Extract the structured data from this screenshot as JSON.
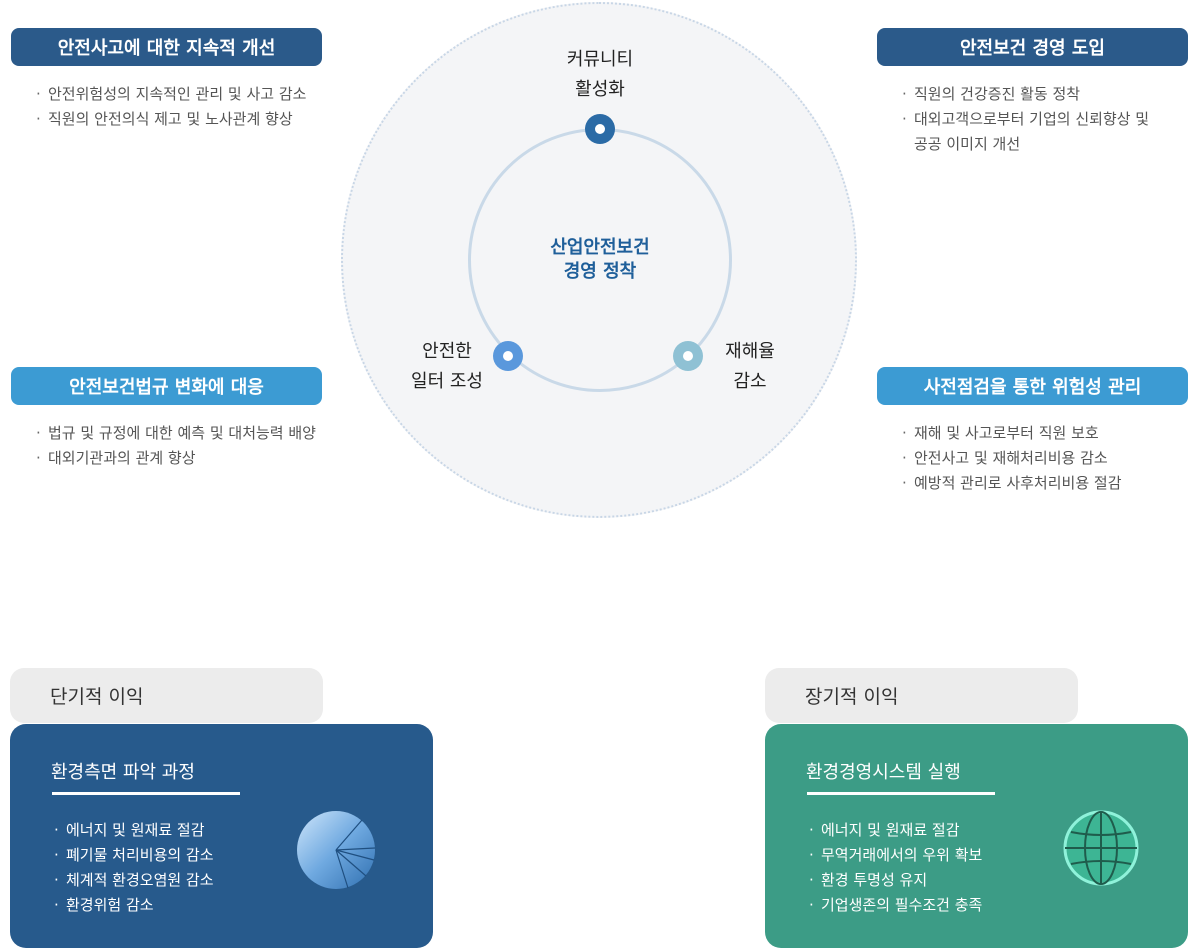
{
  "top_left": {
    "title": "안전사고에 대한 지속적 개선",
    "items": [
      "안전위험성의 지속적인 관리 및 사고 감소",
      "직원의 안전의식 제고 및 노사관계 향상"
    ]
  },
  "top_right": {
    "title": "안전보건 경영 도입",
    "items": [
      "직원의 건강증진 활동 정착",
      "대외고객으로부터 기업의 신뢰향상 및",
      "공공 이미지 개선"
    ]
  },
  "mid_left": {
    "title": "안전보건법규 변화에 대응",
    "items": [
      "법규 및 규정에 대한 예측 및 대처능력 배양",
      "대외기관과의 관계 향상"
    ]
  },
  "mid_right": {
    "title": "사전점검을 통한 위험성 관리",
    "items": [
      "재해 및 사고로부터 직원 보호",
      "안전사고 및 재해처리비용 감소",
      "예방적 관리로 사후처리비용 절감"
    ]
  },
  "diagram": {
    "center_line1": "산업안전보건",
    "center_line2": "경영 정착",
    "top_line1": "커뮤니티",
    "top_line2": "활성화",
    "left_line1": "안전한",
    "left_line2": "일터 조성",
    "right_line1": "재해율",
    "right_line2": "감소"
  },
  "short_term": {
    "tab": "단기적 이익",
    "title": "환경측면 파악 과정",
    "items": [
      "에너지 및 원재료 절감",
      "폐기물 처리비용의 감소",
      "체계적 환경오염원 감소",
      "환경위험 감소"
    ],
    "icon": "pie-chart-icon"
  },
  "long_term": {
    "tab": "장기적 이익",
    "title": "환경경영시스템 실행",
    "items": [
      "에너지 및 원재료 절감",
      "무역거래에서의 우위 확보",
      "환경 투명성 유지",
      "기업생존의 필수조건 충족"
    ],
    "icon": "globe-icon"
  }
}
